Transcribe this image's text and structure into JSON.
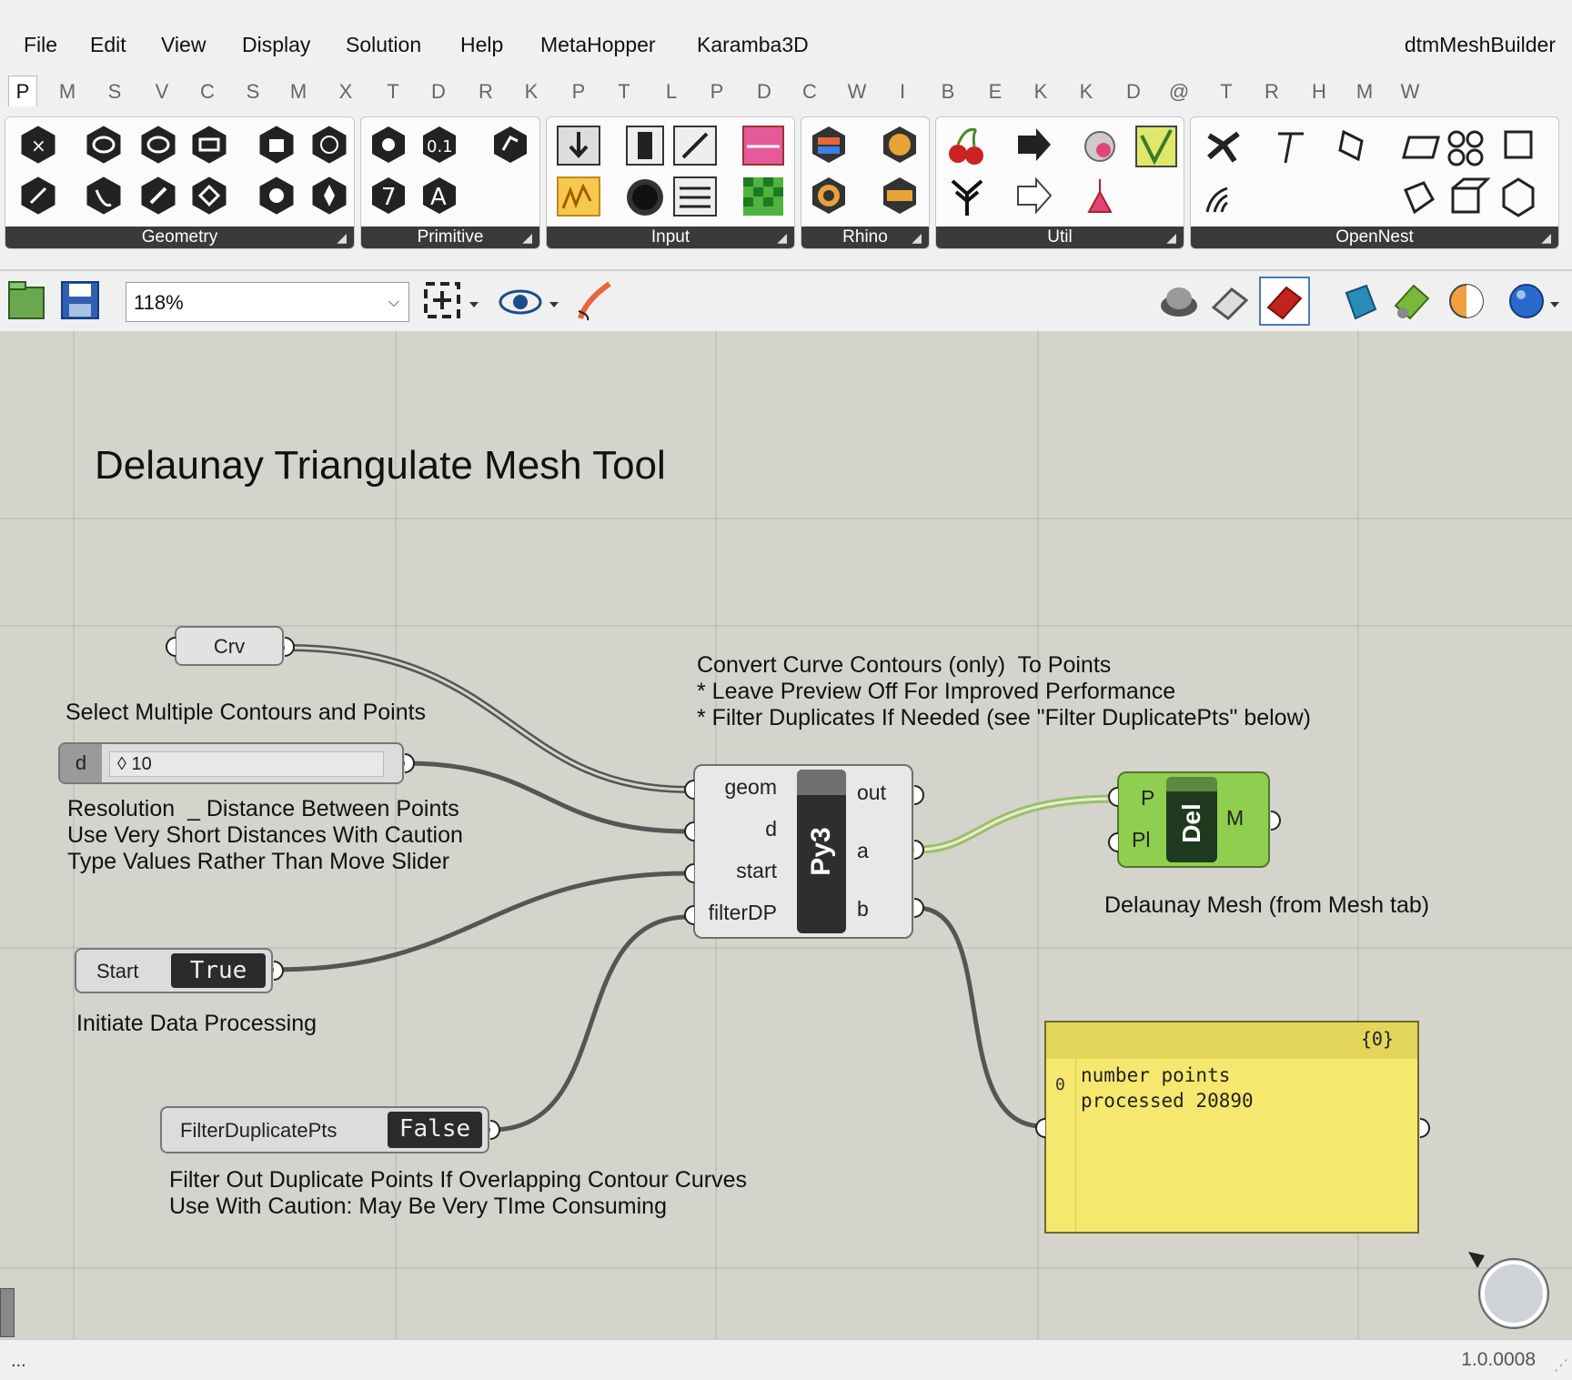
{
  "menu": {
    "items": [
      "File",
      "Edit",
      "View",
      "Display",
      "Solution",
      "Help",
      "MetaHopper",
      "Karamba3D"
    ],
    "document_name": "dtmMeshBuilder"
  },
  "tabs": [
    "P",
    "M",
    "S",
    "V",
    "C",
    "S",
    "M",
    "X",
    "T",
    "D",
    "R",
    "K",
    "P",
    "T",
    "L",
    "P",
    "D",
    "C",
    "W",
    "I",
    "B",
    "E",
    "K",
    "K",
    "D",
    "@",
    "T",
    "R",
    "H",
    "M",
    "W"
  ],
  "panels": {
    "geometry": "Geometry",
    "primitive": "Primitive",
    "input": "Input",
    "rhino": "Rhino",
    "util": "Util",
    "opennest": "OpenNest"
  },
  "canvas_toolbar": {
    "zoom": "118%"
  },
  "canvas": {
    "title": "Delaunay Triangulate Mesh Tool",
    "crv_param": "Crv",
    "select_note": "Select Multiple Contours and Points",
    "slider": {
      "name": "d",
      "value": "◊ 10"
    },
    "resolution_note": [
      "Resolution  _ Distance Between Points",
      "Use Very Short Distances With Caution",
      "Type Values Rather Than Move Slider"
    ],
    "start_toggle": {
      "name": "Start",
      "value": "True"
    },
    "start_note": "Initiate Data Processing",
    "filter_toggle": {
      "name": "FilterDuplicatePts",
      "value": "False"
    },
    "filter_note": [
      "Filter Out Duplicate Points If Overlapping Contour Curves",
      "Use With Caution: May Be Very TIme Consuming"
    ],
    "python": {
      "name": "Py3",
      "inputs": [
        "geom",
        "d",
        "start",
        "filterDP"
      ],
      "outputs": [
        "out",
        "a",
        "b"
      ]
    },
    "python_note": [
      "Convert Curve Contours (only)  To Points",
      "* Leave Preview Off For Improved Performance",
      "* Filter Duplicates If Needed (see \"Filter DuplicatePts\" below)"
    ],
    "delaunay": {
      "name": "Del",
      "inputs": [
        "P",
        "Pl"
      ],
      "output": "M"
    },
    "delaunay_note": "Delaunay Mesh (from Mesh tab)",
    "panel": {
      "path": "{0}",
      "index": "0",
      "text": [
        "number points",
        "processed 20890"
      ]
    }
  },
  "status": {
    "left": "...",
    "version": "1.0.0008"
  },
  "colors": {
    "canvas": "#d4d3cc",
    "grid": "#bfbeb7",
    "wire": "#555555",
    "selected_wire": "#9bbf6a",
    "component": "#e8e8e8",
    "delaunay_green": "#8fce4e",
    "panel_yellow": "#f6e86f"
  }
}
